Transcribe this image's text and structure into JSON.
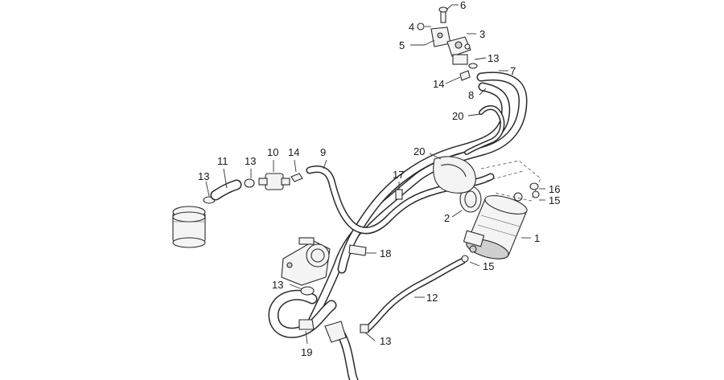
{
  "diagram": {
    "callouts": {
      "c1": "1",
      "c2": "2",
      "c3": "3",
      "c4": "4",
      "c5": "5",
      "c6": "6",
      "c7": "7",
      "c8": "8",
      "c9": "9",
      "c10": "10",
      "c11": "11",
      "c12": "12",
      "c13a": "13",
      "c13b": "13",
      "c13c": "13",
      "c13d": "13",
      "c13e": "13",
      "c14a": "14",
      "c14b": "14",
      "c15a": "15",
      "c15b": "15",
      "c16": "16",
      "c17": "17",
      "c18": "18",
      "c19": "19",
      "c20a": "20",
      "c20b": "20"
    }
  }
}
